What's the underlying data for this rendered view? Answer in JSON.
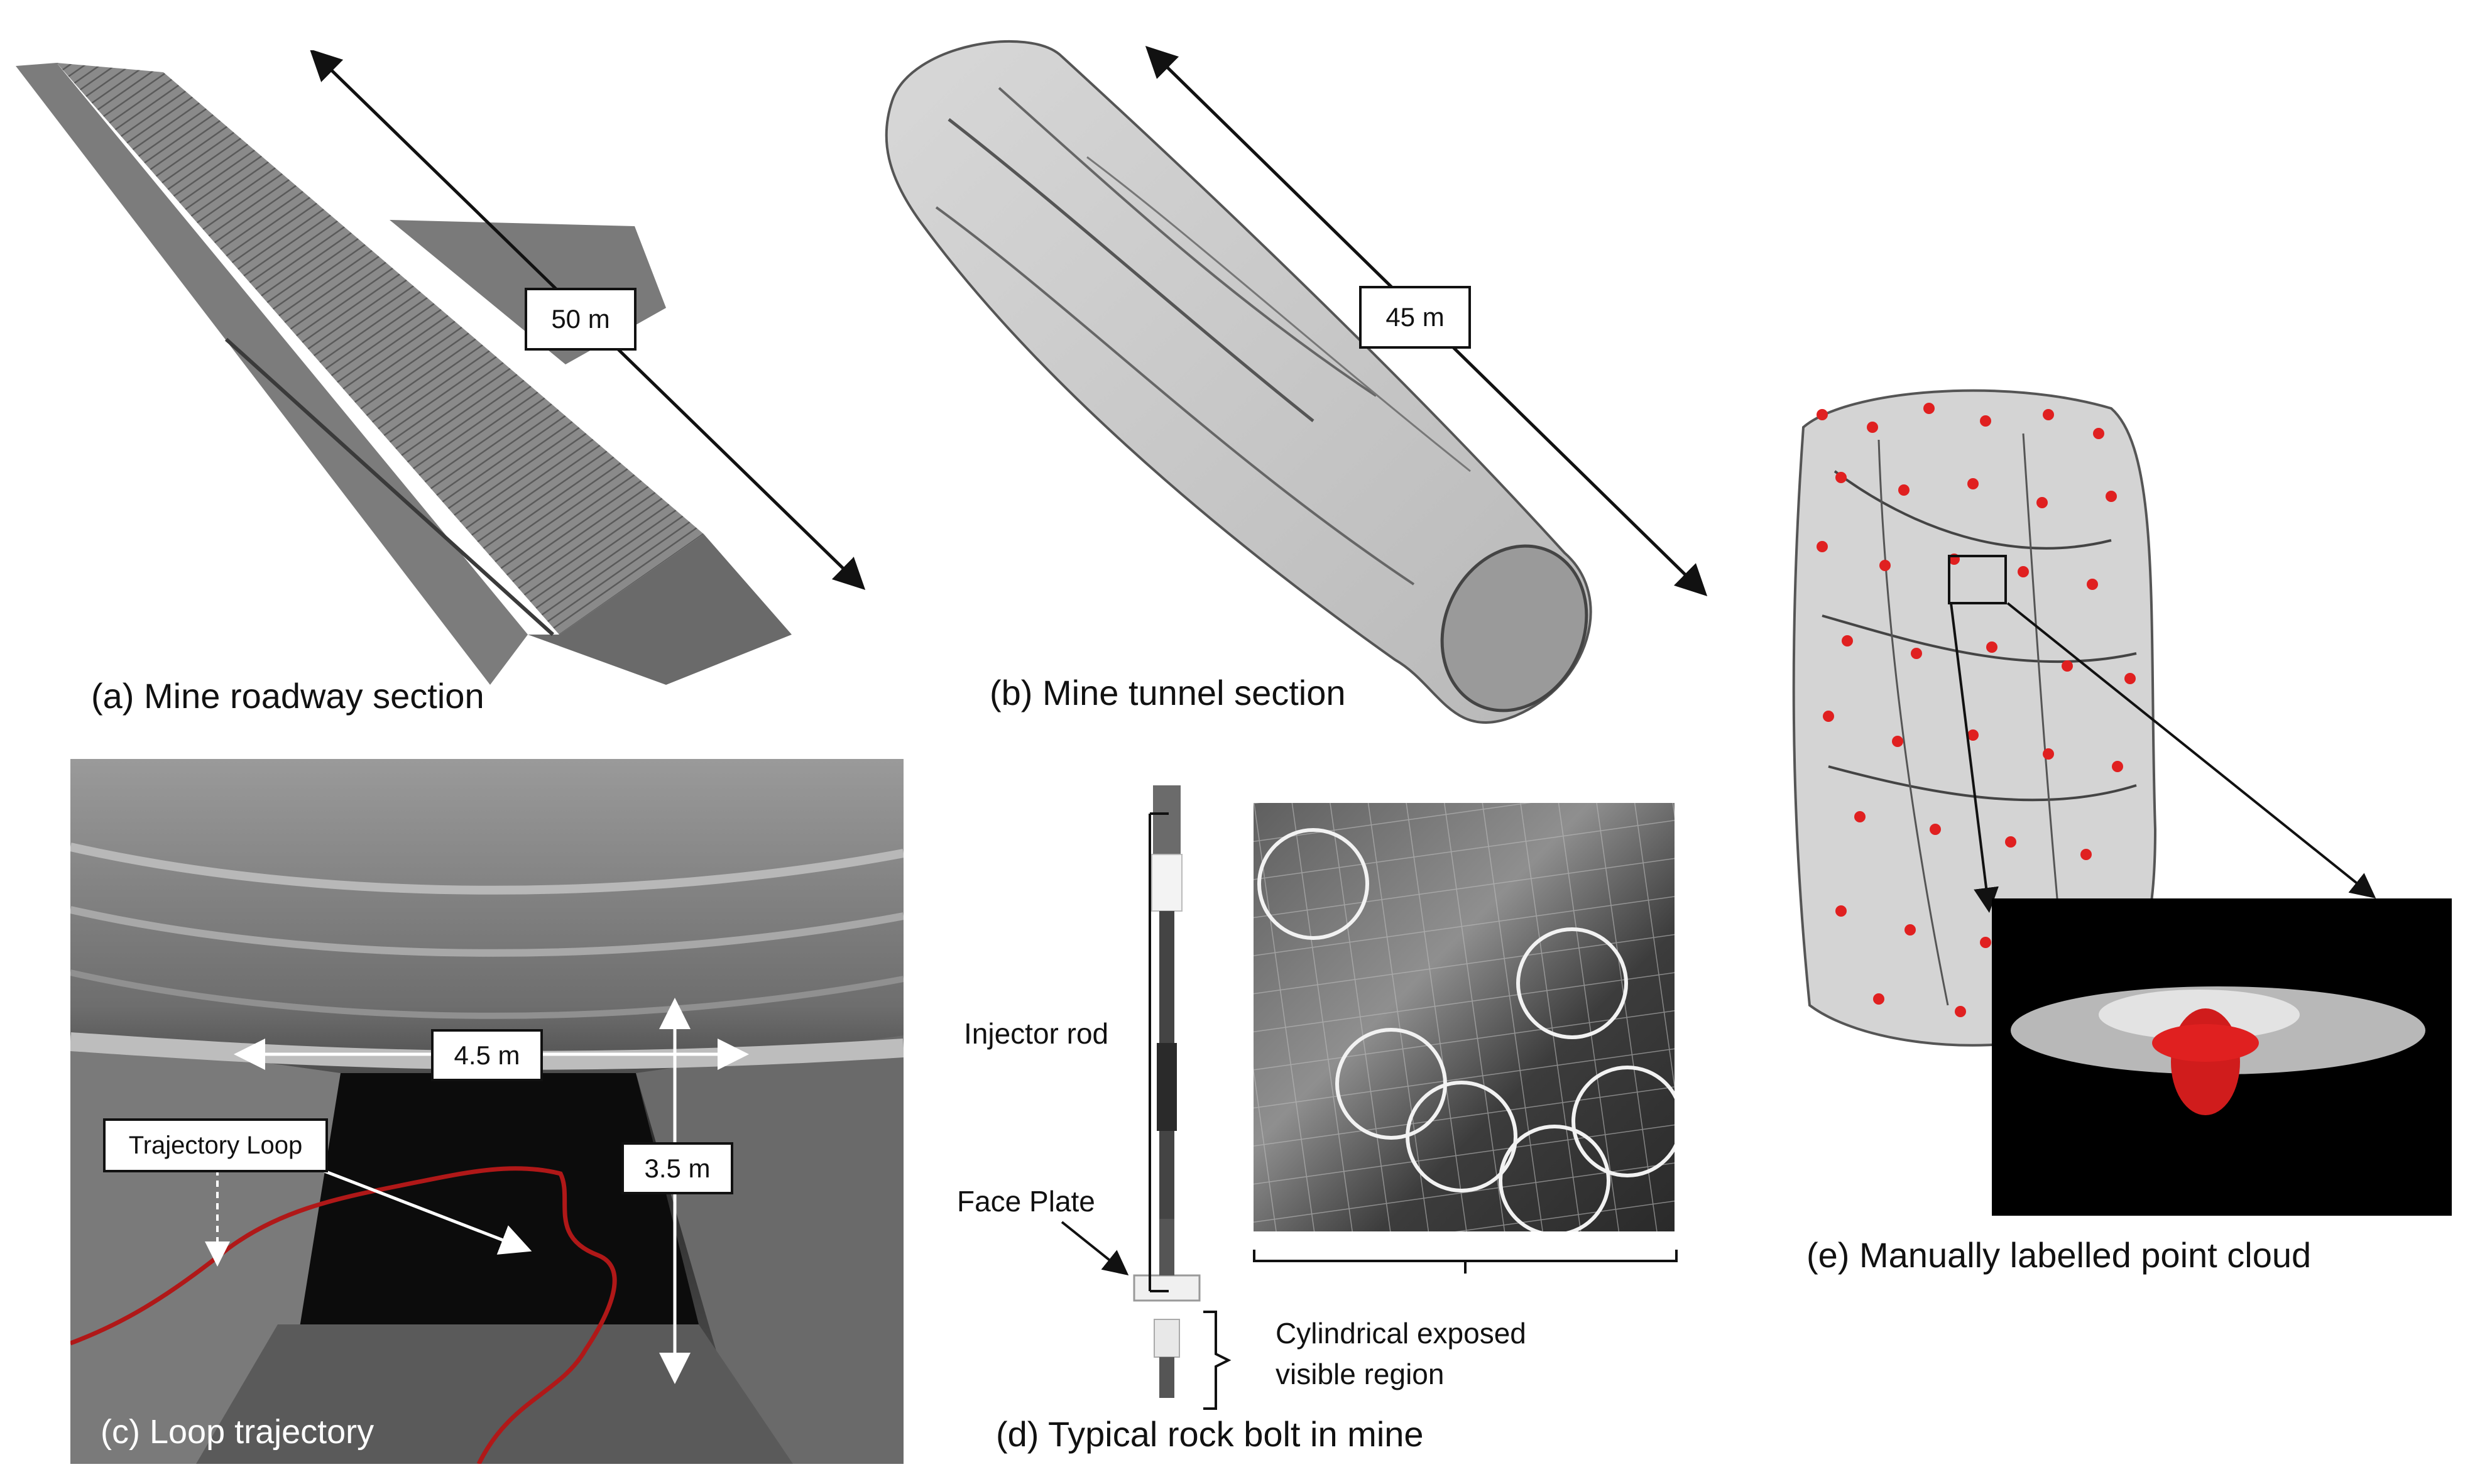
{
  "panel_a": {
    "caption": "(a) Mine roadway section",
    "dimension": "50 m"
  },
  "panel_b": {
    "caption": "(b) Mine tunnel section",
    "dimension": "45 m"
  },
  "panel_c": {
    "caption": "(c) Loop trajectory",
    "width_label": "4.5 m",
    "height_label": "3.5 m",
    "trajectory_label": "Trajectory Loop",
    "trajectory_color": "#b01818"
  },
  "panel_d": {
    "caption": "(d) Typical rock bolt in mine",
    "injector_label": "Injector rod",
    "faceplate_label": "Face Plate",
    "region_label_line1": "Cylindrical exposed",
    "region_label_line2": "visible region"
  },
  "panel_e": {
    "caption": "(e) Manually labelled point cloud",
    "bolt_point_color": "#e02020"
  }
}
